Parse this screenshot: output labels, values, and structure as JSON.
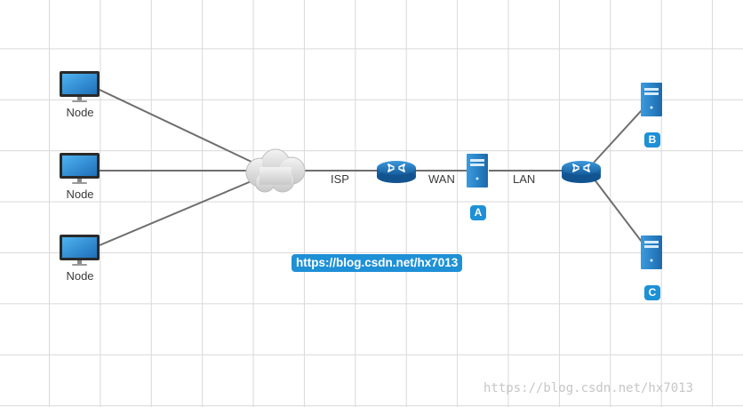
{
  "diagram": {
    "nodes": [
      {
        "label": "Node"
      },
      {
        "label": "Node"
      },
      {
        "label": "Node"
      }
    ],
    "links": {
      "isp": "ISP",
      "wan": "WAN",
      "lan": "LAN"
    },
    "servers": {
      "a": "A",
      "b": "B",
      "c": "C"
    },
    "url_banner": "https://blog.csdn.net/hx7013",
    "watermark": "https://blog.csdn.net/hx7013"
  },
  "colors": {
    "line": "#6e6e6e",
    "router": "#1f78bf",
    "server": "#2b86c8",
    "badge": "#1e90d6",
    "grid": "#d9d9d9"
  },
  "icons": [
    "monitor-icon",
    "cloud-icon",
    "router-icon",
    "server-icon"
  ]
}
